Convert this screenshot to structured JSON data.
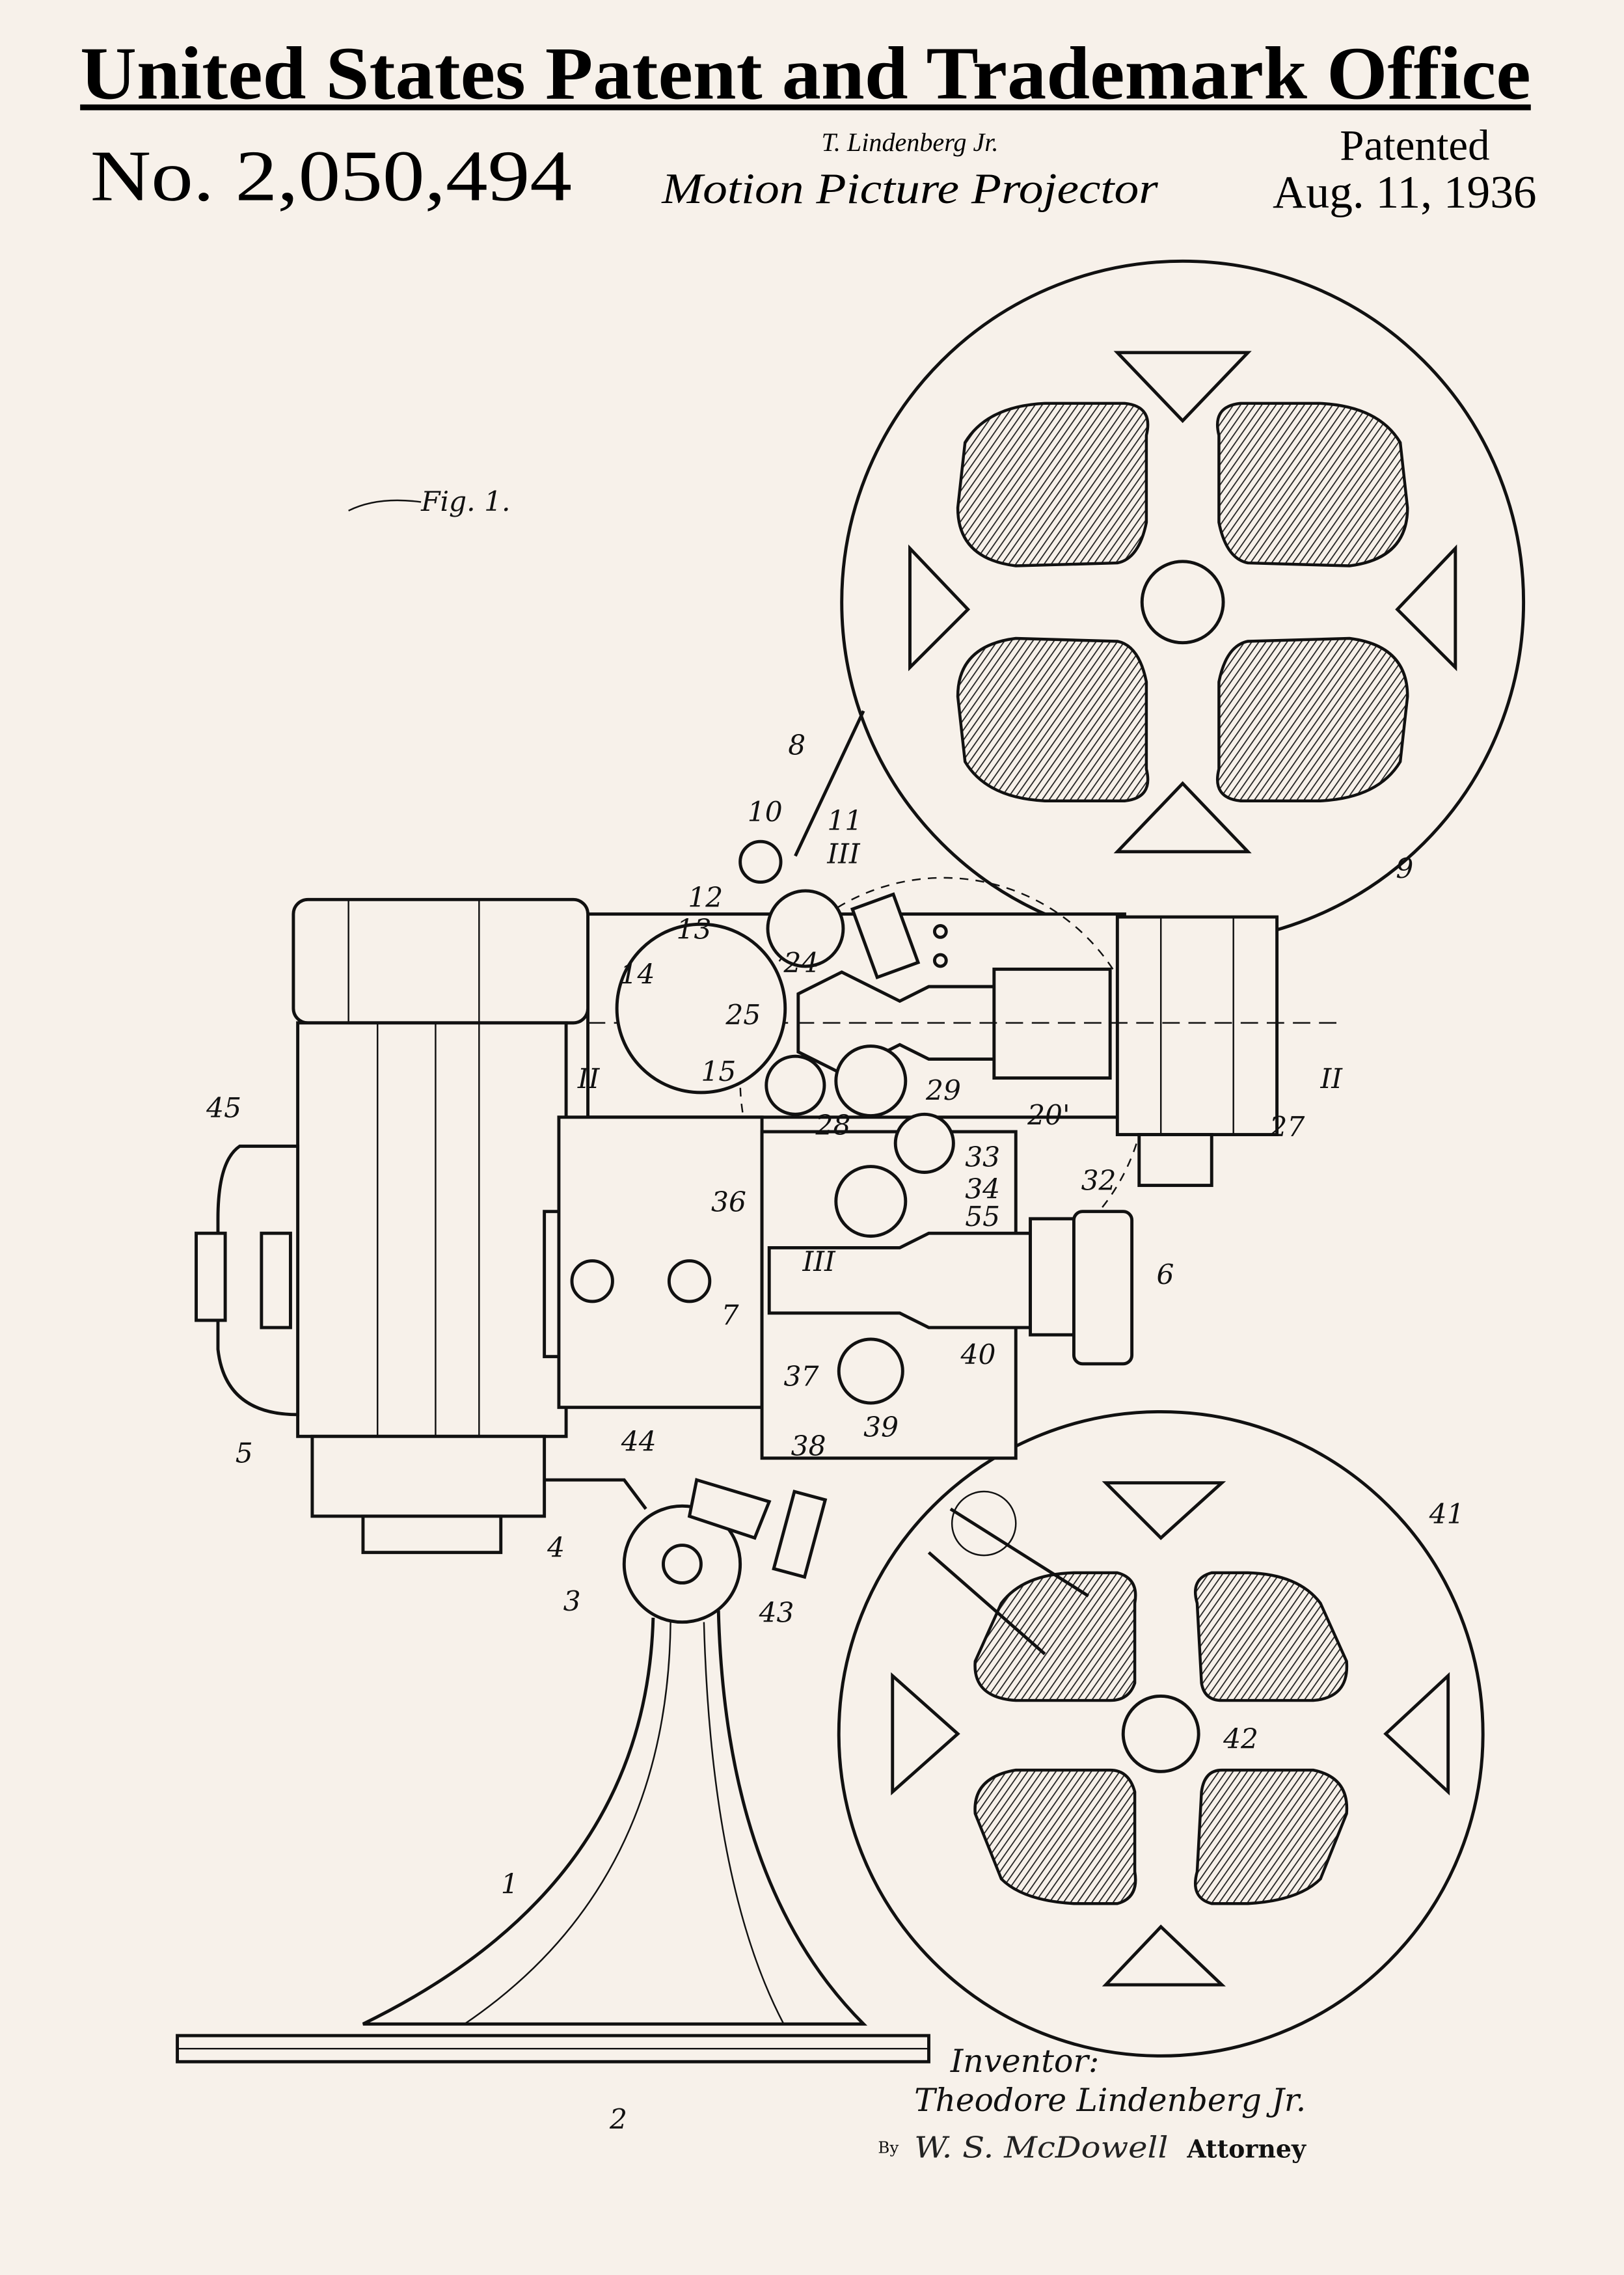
{
  "header": {
    "office_title": "United States Patent and Trademark Office",
    "patent_number": "No. 2,050,494",
    "inventor_short": "T. Lindenberg Jr.",
    "invention_title": "Motion Picture Projector",
    "patented_label": "Patented",
    "patent_date": "Aug. 11, 1936"
  },
  "figure": {
    "label": "Fig. 1.",
    "reference_numerals": [
      "8",
      "10",
      "11",
      "III",
      "12",
      "13",
      "24",
      "14",
      "25",
      "15",
      "II",
      "II",
      "29",
      "28",
      "20'",
      "27",
      "33",
      "45",
      "36",
      "34",
      "32",
      "III",
      "6",
      "7",
      "5",
      "40",
      "37",
      "39",
      "38",
      "44",
      "41",
      "4",
      "3",
      "43",
      "42",
      "1",
      "2",
      "9",
      "55"
    ]
  },
  "signature": {
    "inventor_label": "Inventor:",
    "inventor_name": "Theodore Lindenberg Jr.",
    "by_label": "By",
    "attorney_name": "W. S. McDowell",
    "attorney_label": "Attorney"
  },
  "colors": {
    "paper": "#f7f1ea",
    "ink": "#111111"
  }
}
